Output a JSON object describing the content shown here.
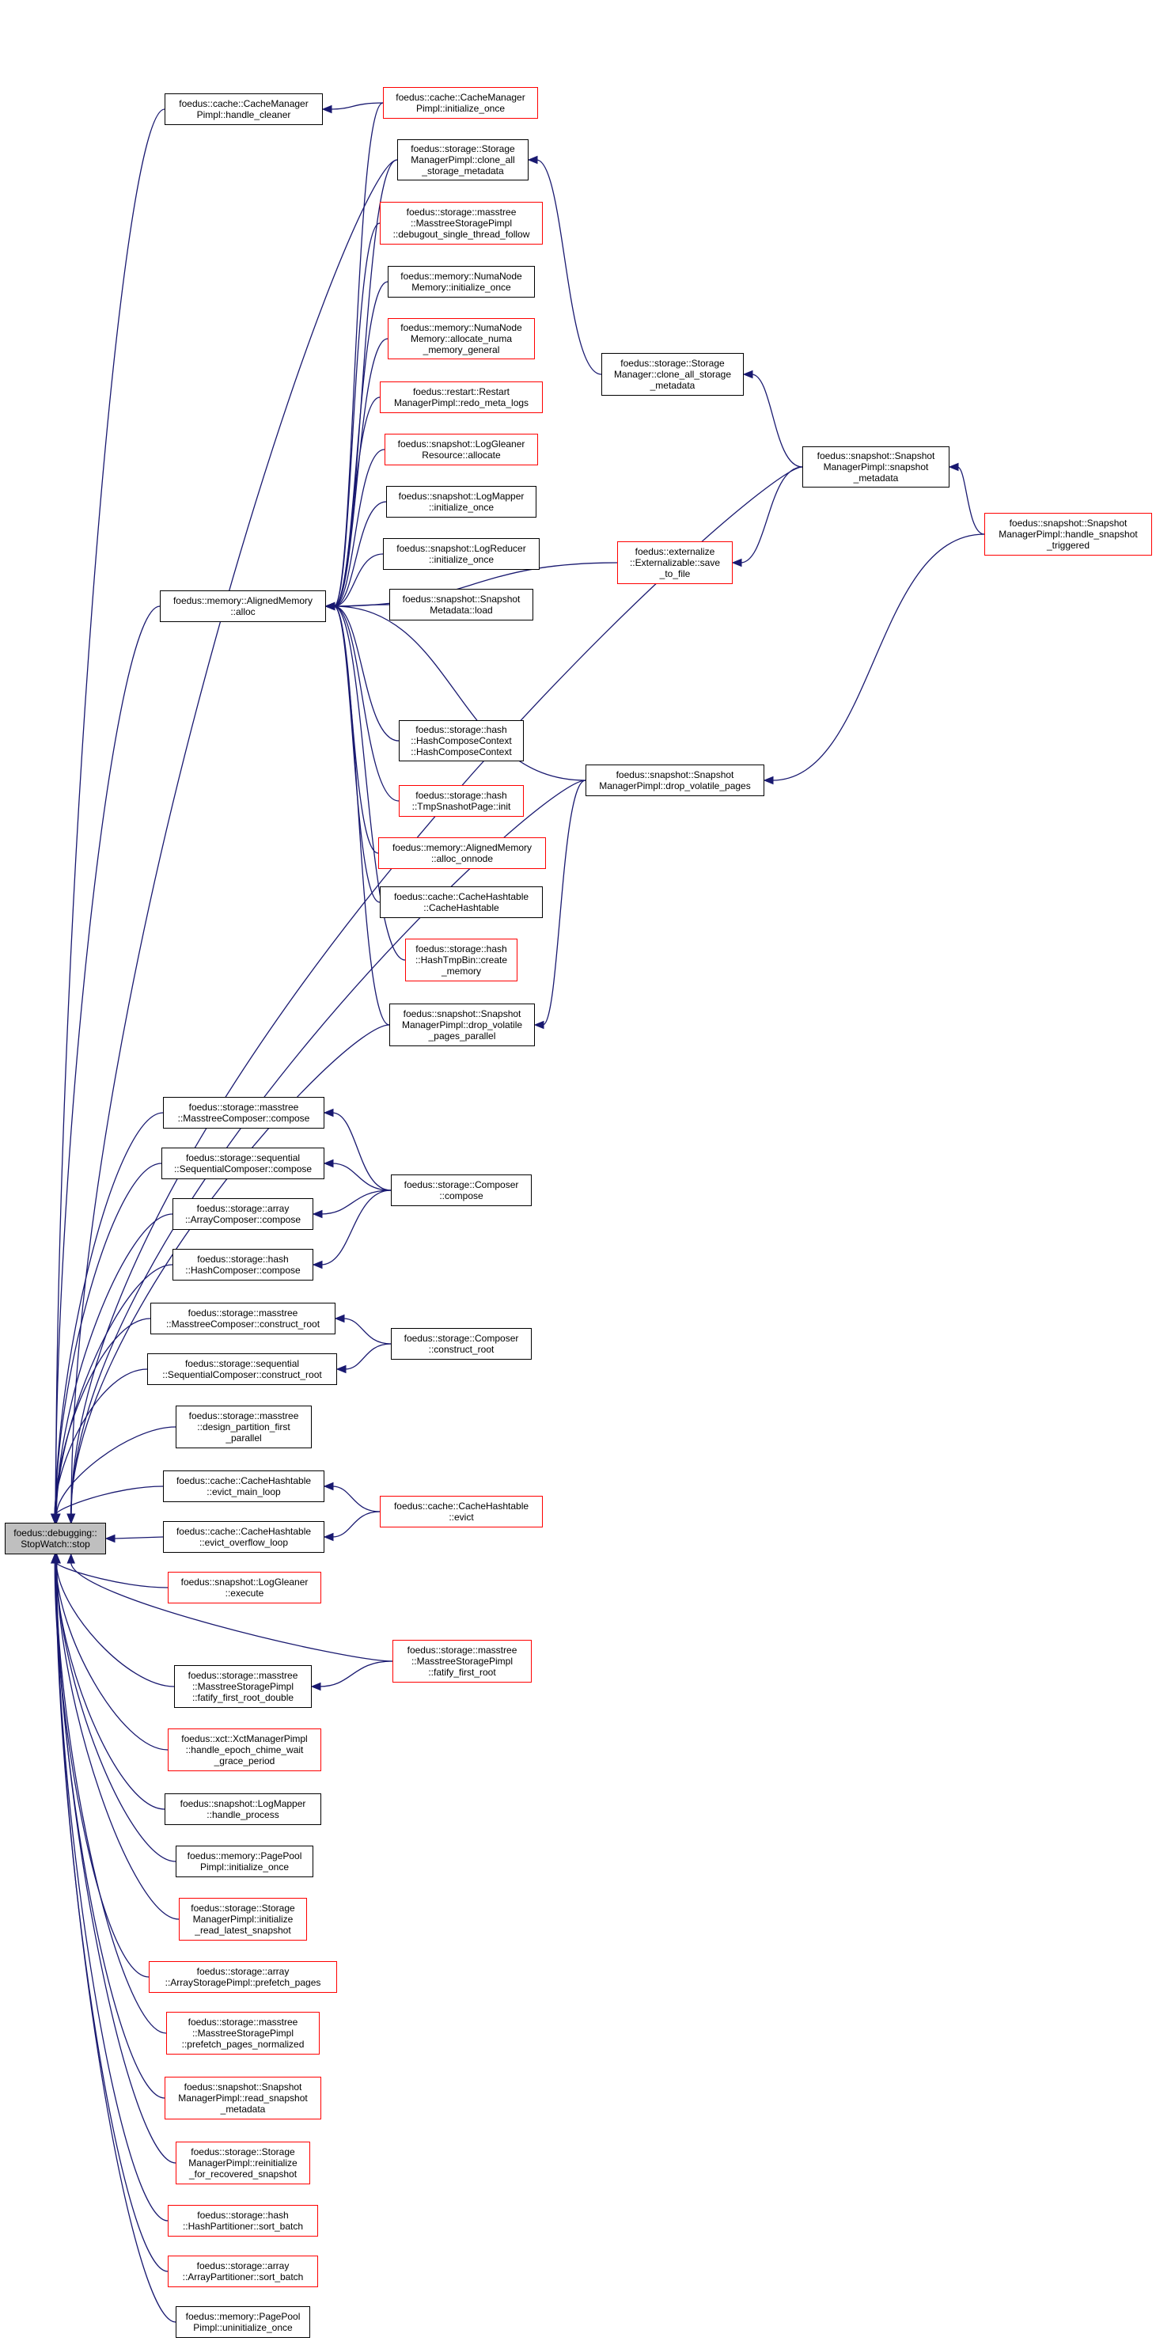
{
  "graph": {
    "edge_color": "#191970",
    "node_border_colors": {
      "normal": "#000000",
      "incomplete": "#ff0000",
      "root_fill": "#bfbfbf"
    },
    "nodes": [
      {
        "id": "root",
        "label": "foedus::debugging::\nStopWatch::stop",
        "style": "root"
      },
      {
        "id": "cache_handle_cleaner",
        "label": "foedus::cache::CacheManager\nPimpl::handle_cleaner",
        "style": "normal"
      },
      {
        "id": "cache_init_once",
        "label": "foedus::cache::CacheManager\nPimpl::initialize_once",
        "style": "red"
      },
      {
        "id": "clone_all_pimpl",
        "label": "foedus::storage::Storage\nManagerPimpl::clone_all\n_storage_metadata",
        "style": "normal"
      },
      {
        "id": "debugout",
        "label": "foedus::storage::masstree\n::MasstreeStoragePimpl\n::debugout_single_thread_follow",
        "style": "red"
      },
      {
        "id": "numa_init",
        "label": "foedus::memory::NumaNode\nMemory::initialize_once",
        "style": "normal"
      },
      {
        "id": "numa_alloc",
        "label": "foedus::memory::NumaNode\nMemory::allocate_numa\n_memory_general",
        "style": "red"
      },
      {
        "id": "redo_meta",
        "label": "foedus::restart::Restart\nManagerPimpl::redo_meta_logs",
        "style": "red"
      },
      {
        "id": "loggleaner_alloc",
        "label": "foedus::snapshot::LogGleaner\nResource::allocate",
        "style": "red"
      },
      {
        "id": "logmapper_init",
        "label": "foedus::snapshot::LogMapper\n::initialize_once",
        "style": "normal"
      },
      {
        "id": "logreducer_init",
        "label": "foedus::snapshot::LogReducer\n::initialize_once",
        "style": "normal"
      },
      {
        "id": "snapmeta_load",
        "label": "foedus::snapshot::Snapshot\nMetadata::load",
        "style": "normal"
      },
      {
        "id": "aligned_alloc",
        "label": "foedus::memory::AlignedMemory\n::alloc",
        "style": "normal"
      },
      {
        "id": "clone_all_mgr",
        "label": "foedus::storage::Storage\nManager::clone_all_storage\n_metadata",
        "style": "normal"
      },
      {
        "id": "snap_pimpl_meta",
        "label": "foedus::snapshot::Snapshot\nManagerPimpl::snapshot\n_metadata",
        "style": "normal"
      },
      {
        "id": "handle_triggered",
        "label": "foedus::snapshot::Snapshot\nManagerPimpl::handle_snapshot\n_triggered",
        "style": "red"
      },
      {
        "id": "externalize_save",
        "label": "foedus::externalize\n::Externalizable::save\n_to_file",
        "style": "red"
      },
      {
        "id": "hash_compose_ctx",
        "label": "foedus::storage::hash\n::HashComposeContext\n::HashComposeContext",
        "style": "normal"
      },
      {
        "id": "tmp_snapshot_page",
        "label": "foedus::storage::hash\n::TmpSnashotPage::init",
        "style": "red"
      },
      {
        "id": "aligned_onnode",
        "label": "foedus::memory::AlignedMemory\n::alloc_onnode",
        "style": "red"
      },
      {
        "id": "cache_hashtable_ctor",
        "label": "foedus::cache::CacheHashtable\n::CacheHashtable",
        "style": "normal"
      },
      {
        "id": "hashtmpbin",
        "label": "foedus::storage::hash\n::HashTmpBin::create\n_memory",
        "style": "red"
      },
      {
        "id": "drop_volatile",
        "label": "foedus::snapshot::Snapshot\nManagerPimpl::drop_volatile_pages",
        "style": "normal"
      },
      {
        "id": "drop_volatile_parallel",
        "label": "foedus::snapshot::Snapshot\nManagerPimpl::drop_volatile\n_pages_parallel",
        "style": "normal"
      },
      {
        "id": "masstree_compose",
        "label": "foedus::storage::masstree\n::MasstreeComposer::compose",
        "style": "normal"
      },
      {
        "id": "sequential_compose",
        "label": "foedus::storage::sequential\n::SequentialComposer::compose",
        "style": "normal"
      },
      {
        "id": "array_compose",
        "label": "foedus::storage::array\n::ArrayComposer::compose",
        "style": "normal"
      },
      {
        "id": "hash_compose",
        "label": "foedus::storage::hash\n::HashComposer::compose",
        "style": "normal"
      },
      {
        "id": "composer_compose",
        "label": "foedus::storage::Composer\n::compose",
        "style": "normal"
      },
      {
        "id": "masstree_construct_root",
        "label": "foedus::storage::masstree\n::MasstreeComposer::construct_root",
        "style": "normal"
      },
      {
        "id": "sequential_construct_root",
        "label": "foedus::storage::sequential\n::SequentialComposer::construct_root",
        "style": "normal"
      },
      {
        "id": "composer_construct_root",
        "label": "foedus::storage::Composer\n::construct_root",
        "style": "normal"
      },
      {
        "id": "design_partition",
        "label": "foedus::storage::masstree\n::design_partition_first\n_parallel",
        "style": "normal"
      },
      {
        "id": "evict_main_loop",
        "label": "foedus::cache::CacheHashtable\n::evict_main_loop",
        "style": "normal"
      },
      {
        "id": "evict_overflow_loop",
        "label": "foedus::cache::CacheHashtable\n::evict_overflow_loop",
        "style": "normal"
      },
      {
        "id": "cache_evict",
        "label": "foedus::cache::CacheHashtable\n::evict",
        "style": "red"
      },
      {
        "id": "loggleaner_execute",
        "label": "foedus::snapshot::LogGleaner\n::execute",
        "style": "red"
      },
      {
        "id": "fatify_first_root",
        "label": "foedus::storage::masstree\n::MasstreeStoragePimpl\n::fatify_first_root",
        "style": "red"
      },
      {
        "id": "fatify_double",
        "label": "foedus::storage::masstree\n::MasstreeStoragePimpl\n::fatify_first_root_double",
        "style": "normal"
      },
      {
        "id": "epoch_chime",
        "label": "foedus::xct::XctManagerPimpl\n::handle_epoch_chime_wait\n_grace_period",
        "style": "red"
      },
      {
        "id": "logmapper_handle",
        "label": "foedus::snapshot::LogMapper\n::handle_process",
        "style": "normal"
      },
      {
        "id": "pagepool_init",
        "label": "foedus::memory::PagePool\nPimpl::initialize_once",
        "style": "normal"
      },
      {
        "id": "storage_init_read",
        "label": "foedus::storage::Storage\nManagerPimpl::initialize\n_read_latest_snapshot",
        "style": "red"
      },
      {
        "id": "array_prefetch",
        "label": "foedus::storage::array\n::ArrayStoragePimpl::prefetch_pages",
        "style": "red"
      },
      {
        "id": "masstree_prefetch",
        "label": "foedus::storage::masstree\n::MasstreeStoragePimpl\n::prefetch_pages_normalized",
        "style": "red"
      },
      {
        "id": "read_snapshot_meta",
        "label": "foedus::snapshot::Snapshot\nManagerPimpl::read_snapshot\n_metadata",
        "style": "red"
      },
      {
        "id": "reinitialize",
        "label": "foedus::storage::Storage\nManagerPimpl::reinitialize\n_for_recovered_snapshot",
        "style": "red"
      },
      {
        "id": "hash_sort_batch",
        "label": "foedus::storage::hash\n::HashPartitioner::sort_batch",
        "style": "red"
      },
      {
        "id": "array_sort_batch",
        "label": "foedus::storage::array\n::ArrayPartitioner::sort_batch",
        "style": "red"
      },
      {
        "id": "pagepool_uninit",
        "label": "foedus::memory::PagePool\nPimpl::uninitialize_once",
        "style": "normal"
      }
    ],
    "edges": [
      {
        "from": "cache_handle_cleaner",
        "to": "root"
      },
      {
        "from": "cache_init_once",
        "to": "cache_handle_cleaner"
      },
      {
        "from": "snap_pimpl_meta",
        "to": "root"
      },
      {
        "from": "clone_all_pimpl",
        "to": "root"
      },
      {
        "from": "clone_all_mgr",
        "to": "clone_all_pimpl"
      },
      {
        "from": "aligned_alloc",
        "to": "root"
      },
      {
        "from": "cache_init_once",
        "to": "aligned_alloc"
      },
      {
        "from": "clone_all_pimpl",
        "to": "aligned_alloc"
      },
      {
        "from": "debugout",
        "to": "aligned_alloc"
      },
      {
        "from": "numa_init",
        "to": "aligned_alloc"
      },
      {
        "from": "numa_alloc",
        "to": "aligned_alloc"
      },
      {
        "from": "redo_meta",
        "to": "aligned_alloc"
      },
      {
        "from": "loggleaner_alloc",
        "to": "aligned_alloc"
      },
      {
        "from": "logmapper_init",
        "to": "aligned_alloc"
      },
      {
        "from": "logreducer_init",
        "to": "aligned_alloc"
      },
      {
        "from": "snapmeta_load",
        "to": "aligned_alloc"
      },
      {
        "from": "externalize_save",
        "to": "aligned_alloc"
      },
      {
        "from": "hash_compose_ctx",
        "to": "aligned_alloc"
      },
      {
        "from": "tmp_snapshot_page",
        "to": "aligned_alloc"
      },
      {
        "from": "aligned_onnode",
        "to": "aligned_alloc"
      },
      {
        "from": "cache_hashtable_ctor",
        "to": "aligned_alloc"
      },
      {
        "from": "hashtmpbin",
        "to": "aligned_alloc"
      },
      {
        "from": "drop_volatile_parallel",
        "to": "aligned_alloc"
      },
      {
        "from": "drop_volatile",
        "to": "aligned_alloc"
      },
      {
        "from": "snap_pimpl_meta",
        "to": "clone_all_mgr"
      },
      {
        "from": "snap_pimpl_meta",
        "to": "externalize_save"
      },
      {
        "from": "handle_triggered",
        "to": "snap_pimpl_meta"
      },
      {
        "from": "handle_triggered",
        "to": "drop_volatile"
      },
      {
        "from": "drop_volatile",
        "to": "drop_volatile_parallel"
      },
      {
        "from": "drop_volatile_parallel",
        "to": "root"
      },
      {
        "from": "drop_volatile",
        "to": "root"
      },
      {
        "from": "masstree_compose",
        "to": "root"
      },
      {
        "from": "sequential_compose",
        "to": "root"
      },
      {
        "from": "array_compose",
        "to": "root"
      },
      {
        "from": "hash_compose",
        "to": "root"
      },
      {
        "from": "composer_compose",
        "to": "masstree_compose"
      },
      {
        "from": "composer_compose",
        "to": "sequential_compose"
      },
      {
        "from": "composer_compose",
        "to": "array_compose"
      },
      {
        "from": "composer_compose",
        "to": "hash_compose"
      },
      {
        "from": "masstree_construct_root",
        "to": "root"
      },
      {
        "from": "sequential_construct_root",
        "to": "root"
      },
      {
        "from": "composer_construct_root",
        "to": "masstree_construct_root"
      },
      {
        "from": "composer_construct_root",
        "to": "sequential_construct_root"
      },
      {
        "from": "design_partition",
        "to": "root"
      },
      {
        "from": "evict_main_loop",
        "to": "root"
      },
      {
        "from": "evict_overflow_loop",
        "to": "root"
      },
      {
        "from": "cache_evict",
        "to": "evict_main_loop"
      },
      {
        "from": "cache_evict",
        "to": "evict_overflow_loop"
      },
      {
        "from": "loggleaner_execute",
        "to": "root"
      },
      {
        "from": "fatify_first_root",
        "to": "root"
      },
      {
        "from": "fatify_double",
        "to": "root"
      },
      {
        "from": "fatify_first_root",
        "to": "fatify_double"
      },
      {
        "from": "epoch_chime",
        "to": "root"
      },
      {
        "from": "logmapper_handle",
        "to": "root"
      },
      {
        "from": "pagepool_init",
        "to": "root"
      },
      {
        "from": "storage_init_read",
        "to": "root"
      },
      {
        "from": "array_prefetch",
        "to": "root"
      },
      {
        "from": "masstree_prefetch",
        "to": "root"
      },
      {
        "from": "read_snapshot_meta",
        "to": "root"
      },
      {
        "from": "reinitialize",
        "to": "root"
      },
      {
        "from": "hash_sort_batch",
        "to": "root"
      },
      {
        "from": "array_sort_batch",
        "to": "root"
      },
      {
        "from": "pagepool_uninit",
        "to": "root"
      }
    ]
  }
}
